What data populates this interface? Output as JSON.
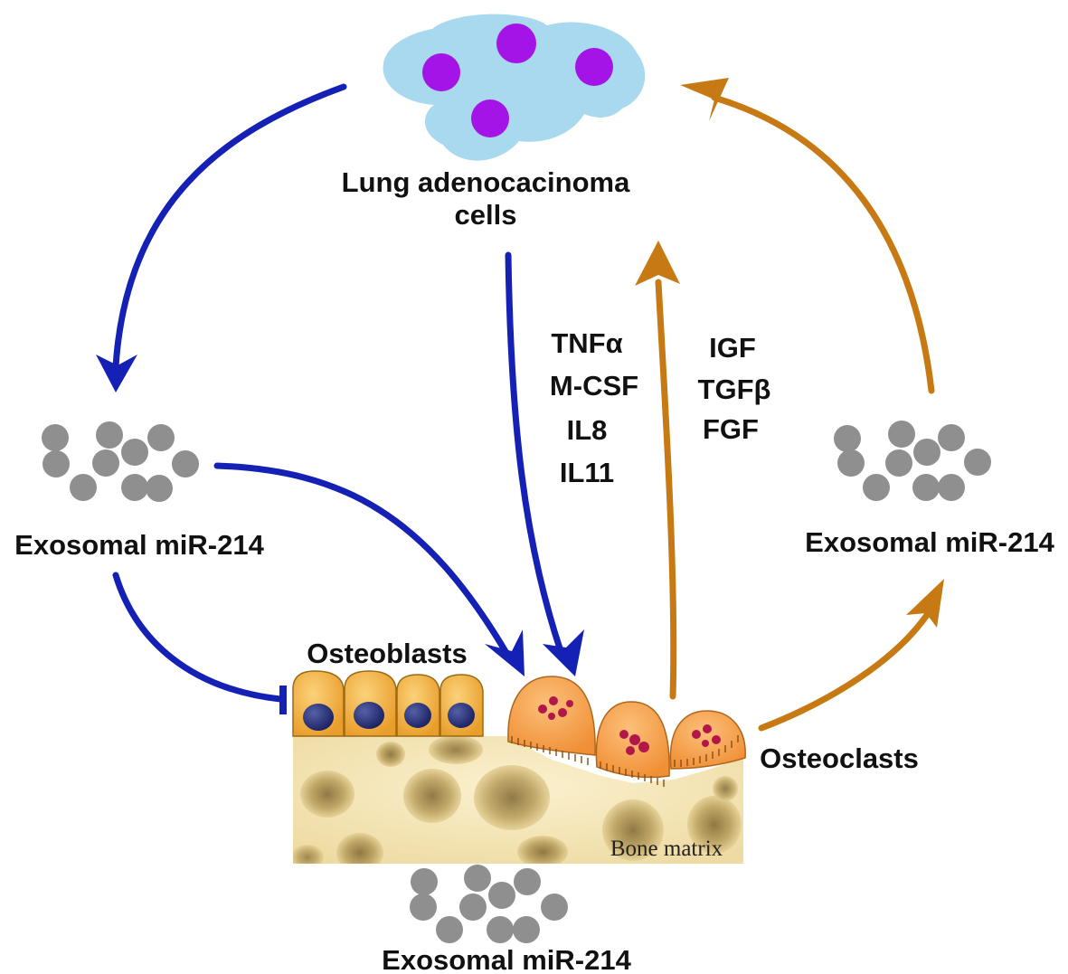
{
  "labels": {
    "lung_cells_line1": "Lung adenocacinoma",
    "lung_cells_line2": "cells",
    "exosome_left": "Exosomal miR-214",
    "exosome_right": "Exosomal miR-214",
    "exosome_bottom": "Exosomal miR-214",
    "osteoblasts": "Osteoblasts",
    "osteoclasts": "Osteoclasts",
    "bone_matrix": "Bone matrix"
  },
  "tumor_factors": [
    "TNFα",
    "M-CSF",
    "IL8",
    "IL11"
  ],
  "bone_factors": [
    "IGF",
    "TGFβ",
    "FGF"
  ],
  "colors": {
    "blue_arrow": "#1421b4",
    "orange_arrow": "#c77a14",
    "cell_cloud": "#a9d9ee",
    "nucleus_purple": "#a414e6",
    "exosome_gray": "#8f8f8f",
    "bone_matrix": "#f4e6b8",
    "bone_spot": "#9c8348",
    "osteoblast_fill": "#f3b442",
    "osteoblast_nucleus": "#2a3370",
    "osteoclast_fill": "#f7a650",
    "osteoclast_granule": "#b3174a"
  }
}
